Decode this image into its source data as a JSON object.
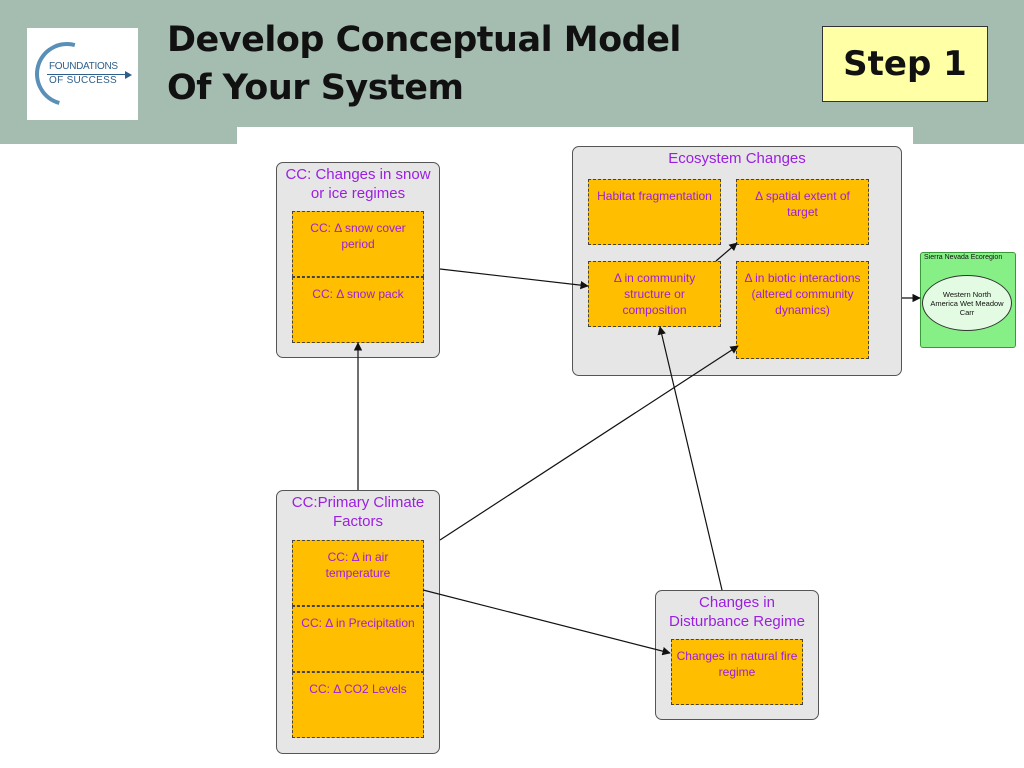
{
  "header": {
    "title_line1": "Develop Conceptual Model",
    "title_line2": "Of Your System",
    "step_label": "Step 1",
    "logo_line1": "FOUNDATIONS",
    "logo_line2": "OF SUCCESS"
  },
  "diagram": {
    "groups": {
      "snow_ice": {
        "title": "CC: Changes in snow or ice regimes",
        "factors": [
          "CC: Δ snow cover period",
          "CC: Δ snow pack"
        ]
      },
      "ecosystem": {
        "title": "Ecosystem Changes",
        "factors": [
          "Habitat fragmentation",
          "Δ spatial extent of target",
          "Δ in community structure or composition",
          "Δ in biotic interactions (altered community dynamics)"
        ]
      },
      "climate": {
        "title": "CC:Primary Climate Factors",
        "factors": [
          "CC: Δ in air temperature",
          "CC: Δ in Precipitation",
          "CC: Δ CO2 Levels"
        ]
      },
      "disturbance": {
        "title": "Changes in Disturbance Regime",
        "factors": [
          "Changes in natural fire regime"
        ]
      }
    },
    "target": {
      "scope_label": "Sierra Nevada Ecoregion",
      "name": "Western North America Wet Meadow Carr"
    }
  },
  "colors": {
    "header_bg": "#a5bcb0",
    "step_bg": "#ffffa6",
    "factor_fill": "#ffbe00",
    "factor_text": "#9b1fe0",
    "group_fill": "#e6e6e6",
    "target_fill": "#86f086"
  }
}
